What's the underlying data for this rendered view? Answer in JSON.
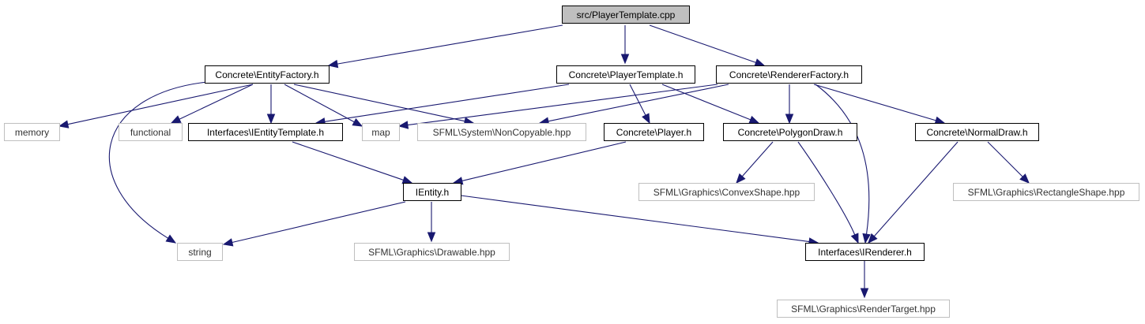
{
  "nodes": [
    {
      "id": "playertemplate_cpp",
      "label": "src/PlayerTemplate.cpp",
      "kind": "root"
    },
    {
      "id": "entityfactory_h",
      "label": "Concrete\\EntityFactory.h",
      "kind": "file"
    },
    {
      "id": "playertemplate_h",
      "label": "Concrete\\PlayerTemplate.h",
      "kind": "file"
    },
    {
      "id": "rendererfactory_h",
      "label": "Concrete\\RendererFactory.h",
      "kind": "file"
    },
    {
      "id": "memory",
      "label": "memory",
      "kind": "external"
    },
    {
      "id": "functional",
      "label": "functional",
      "kind": "external"
    },
    {
      "id": "ientitytemplate_h",
      "label": "Interfaces\\IEntityTemplate.h",
      "kind": "file"
    },
    {
      "id": "map",
      "label": "map",
      "kind": "external"
    },
    {
      "id": "noncopyable_hpp",
      "label": "SFML\\System\\NonCopyable.hpp",
      "kind": "external"
    },
    {
      "id": "player_h",
      "label": "Concrete\\Player.h",
      "kind": "file"
    },
    {
      "id": "polygondraw_h",
      "label": "Concrete\\PolygonDraw.h",
      "kind": "file"
    },
    {
      "id": "normaldraw_h",
      "label": "Concrete\\NormalDraw.h",
      "kind": "file"
    },
    {
      "id": "ientity_h",
      "label": "IEntity.h",
      "kind": "file"
    },
    {
      "id": "convexshape_hpp",
      "label": "SFML\\Graphics\\ConvexShape.hpp",
      "kind": "external"
    },
    {
      "id": "rectangleshape_hpp",
      "label": "SFML\\Graphics\\RectangleShape.hpp",
      "kind": "external"
    },
    {
      "id": "string",
      "label": "string",
      "kind": "external"
    },
    {
      "id": "drawable_hpp",
      "label": "SFML\\Graphics\\Drawable.hpp",
      "kind": "external"
    },
    {
      "id": "irenderer_h",
      "label": "Interfaces\\IRenderer.h",
      "kind": "file"
    },
    {
      "id": "rendertarget_hpp",
      "label": "SFML\\Graphics\\RenderTarget.hpp",
      "kind": "external"
    }
  ],
  "edges": [
    {
      "from": "playertemplate_cpp",
      "to": "entityfactory_h"
    },
    {
      "from": "playertemplate_cpp",
      "to": "playertemplate_h"
    },
    {
      "from": "playertemplate_cpp",
      "to": "rendererfactory_h"
    },
    {
      "from": "entityfactory_h",
      "to": "memory"
    },
    {
      "from": "entityfactory_h",
      "to": "functional"
    },
    {
      "from": "entityfactory_h",
      "to": "ientitytemplate_h"
    },
    {
      "from": "entityfactory_h",
      "to": "map"
    },
    {
      "from": "entityfactory_h",
      "to": "noncopyable_hpp"
    },
    {
      "from": "entityfactory_h",
      "to": "string"
    },
    {
      "from": "playertemplate_h",
      "to": "ientitytemplate_h"
    },
    {
      "from": "playertemplate_h",
      "to": "player_h"
    },
    {
      "from": "playertemplate_h",
      "to": "polygondraw_h"
    },
    {
      "from": "rendererfactory_h",
      "to": "map"
    },
    {
      "from": "rendererfactory_h",
      "to": "noncopyable_hpp"
    },
    {
      "from": "rendererfactory_h",
      "to": "polygondraw_h"
    },
    {
      "from": "rendererfactory_h",
      "to": "normaldraw_h"
    },
    {
      "from": "rendererfactory_h",
      "to": "irenderer_h"
    },
    {
      "from": "ientitytemplate_h",
      "to": "ientity_h"
    },
    {
      "from": "player_h",
      "to": "ientity_h"
    },
    {
      "from": "polygondraw_h",
      "to": "convexshape_hpp"
    },
    {
      "from": "polygondraw_h",
      "to": "irenderer_h"
    },
    {
      "from": "normaldraw_h",
      "to": "irenderer_h"
    },
    {
      "from": "normaldraw_h",
      "to": "rectangleshape_hpp"
    },
    {
      "from": "ientity_h",
      "to": "string"
    },
    {
      "from": "ientity_h",
      "to": "drawable_hpp"
    },
    {
      "from": "ientity_h",
      "to": "irenderer_h"
    },
    {
      "from": "irenderer_h",
      "to": "rendertarget_hpp"
    }
  ],
  "colors": {
    "edge": "#191970",
    "root_fill": "#bfbfbf",
    "node_border": "#000000",
    "external_border": "#bfbfbf",
    "background": "#ffffff"
  }
}
